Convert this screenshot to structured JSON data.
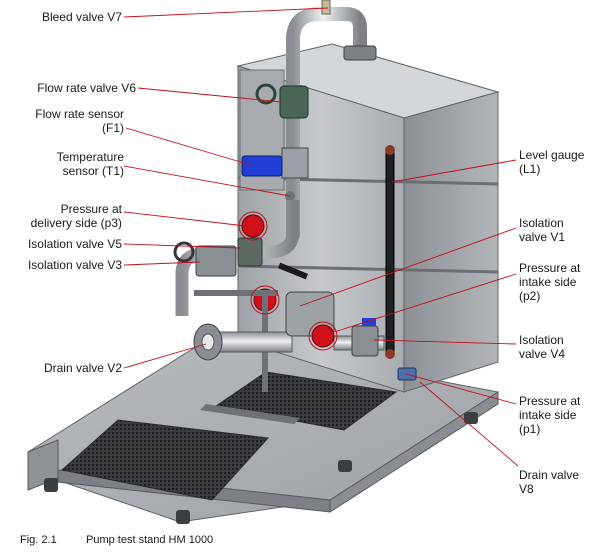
{
  "labels": {
    "v7": "Bleed valve V7",
    "v6": "Flow rate valve V6",
    "f1_a": "Flow rate sensor",
    "f1_b": "(F1)",
    "t1_a": "Temperature",
    "t1_b": "sensor (T1)",
    "p3_a": "Pressure at",
    "p3_b": "delivery side (p3)",
    "v5": "Isolation valve V5",
    "v3": "Isolation valve V3",
    "v2": "Drain valve V2",
    "l1_a": "Level gauge",
    "l1_b": "(L1)",
    "v1_a": "Isolation",
    "v1_b": "valve V1",
    "p2_a": "Pressure at",
    "p2_b": "intake side",
    "p2_c": "(p2)",
    "v4_a": "Isolation",
    "v4_b": "valve V4",
    "p1_a": "Pressure at",
    "p1_b": "intake side",
    "p1_c": "(p1)",
    "v8_a": "Drain valve",
    "v8_b": "V8"
  },
  "caption": {
    "number": "Fig. 2.1",
    "text": "Pump test stand HM 1000"
  },
  "colors": {
    "leader": "#c0101a",
    "steel": "#b9bcbf",
    "steel_dark": "#6e7378",
    "gauge": "#d0101a",
    "motor": "#1f3fd6",
    "valve_green": "#3f5a48"
  }
}
